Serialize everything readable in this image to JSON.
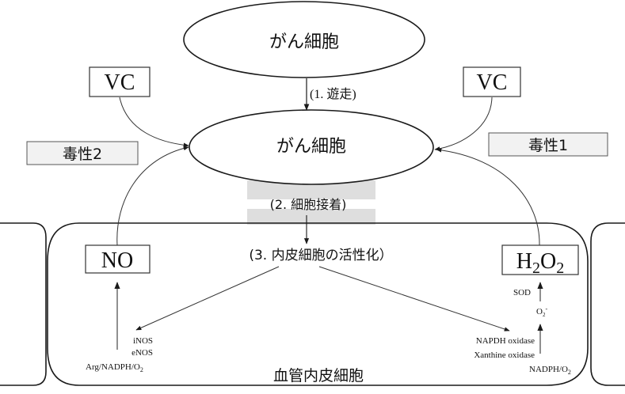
{
  "diagram": {
    "nodes": {
      "cancer_cell_top": "がん細胞",
      "cancer_cell_mid": "がん細胞",
      "vc_left": "VC",
      "vc_right": "VC",
      "toxicity_left": "毒性2",
      "toxicity_right": "毒性1",
      "no_box": "NO",
      "h2o2_box": {
        "h": "H",
        "sub1": "2",
        "o": "O",
        "sub2": "2"
      },
      "endothelial_cell": "血管内皮細胞"
    },
    "steps": {
      "migration": "(1. 遊走)",
      "adhesion": "(2. 細胞接着)",
      "activation": "(3. 内皮細胞の活性化）"
    },
    "no_pathway": {
      "enzymes": [
        "iNOS",
        "eNOS"
      ],
      "substrate": {
        "text": "Arg/NADPH/O",
        "sub": "2"
      }
    },
    "h2o2_pathway": {
      "enzymes": [
        "NAPDH oxidase",
        "Xanthine oxidase"
      ],
      "substrate": {
        "text": "NADPH/O",
        "sub": "2"
      },
      "intermediate": {
        "text": "O",
        "sub": "2",
        "sup": "-"
      },
      "converting_enzyme": "SOD"
    },
    "colors": {
      "line": "#1a1a1a",
      "toxicity_fill": "#f2f2f2",
      "adhesion_band": "#dedede"
    }
  }
}
